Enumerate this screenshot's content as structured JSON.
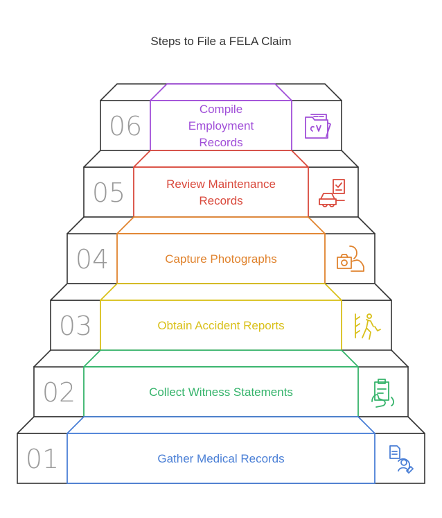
{
  "title": "Steps to File a FELA Claim",
  "outline_color": "#333333",
  "number_color": "#9a9a9a",
  "steps": [
    {
      "number": "01",
      "label_lines": [
        "Gather Medical Records"
      ],
      "color": "#4a7fd6",
      "icon": "medical-person-icon"
    },
    {
      "number": "02",
      "label_lines": [
        "Collect Witness Statements"
      ],
      "color": "#34b36a",
      "icon": "clipboard-hand-icon"
    },
    {
      "number": "03",
      "label_lines": [
        "Obtain Accident Reports"
      ],
      "color": "#d9c01a",
      "icon": "accident-scene-icon"
    },
    {
      "number": "04",
      "label_lines": [
        "Capture Photographs"
      ],
      "color": "#e0832e",
      "icon": "camera-person-icon"
    },
    {
      "number": "05",
      "label_lines": [
        "Review Maintenance",
        "Records"
      ],
      "color": "#d9483b",
      "icon": "vehicle-checklist-icon"
    },
    {
      "number": "06",
      "label_lines": [
        "Compile",
        "Employment",
        "Records"
      ],
      "color": "#a04ed8",
      "icon": "cv-folder-icon"
    }
  ]
}
